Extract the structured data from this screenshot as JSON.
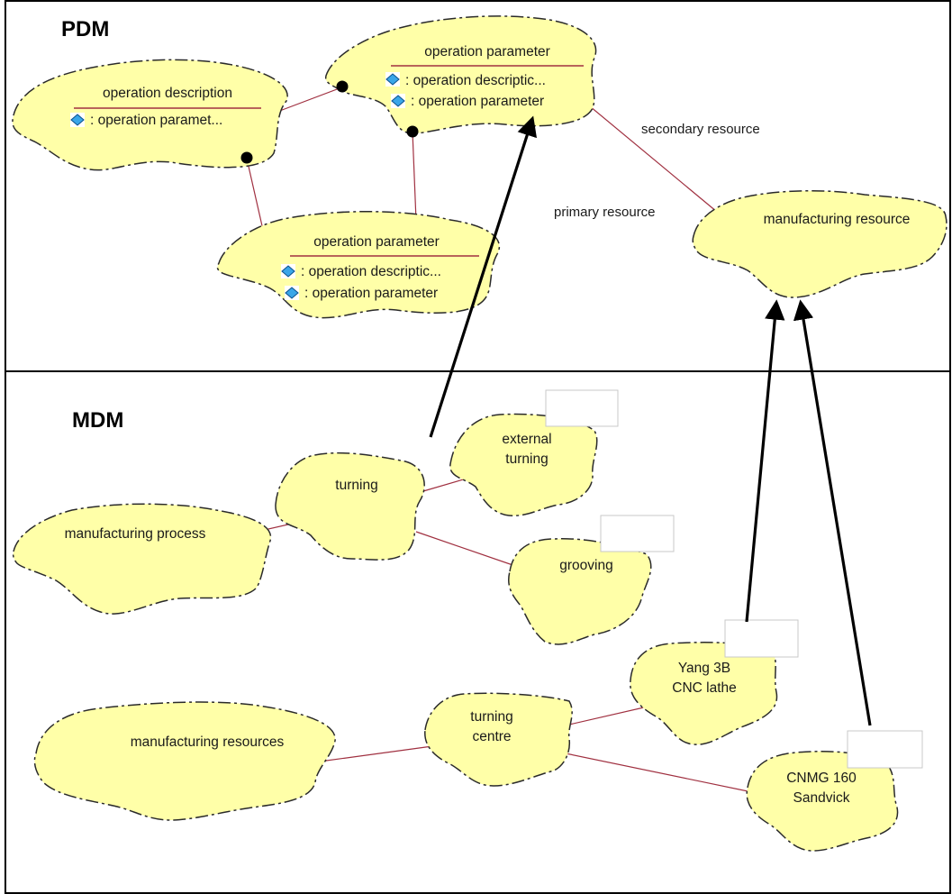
{
  "sections": {
    "pdm": "PDM",
    "mdm": "MDM"
  },
  "pdm": {
    "operation_description": {
      "title": "operation description",
      "attributes": [
        ": operation paramet..."
      ]
    },
    "operation_parameter_top": {
      "title": "operation parameter",
      "attributes": [
        ": operation descriptic...",
        ": operation parameter"
      ]
    },
    "operation_parameter_bottom": {
      "title": "operation parameter",
      "attributes": [
        ": operation descriptic...",
        ": operation parameter"
      ]
    },
    "manufacturing_resource": {
      "title": "manufacturing resource"
    },
    "role_labels": {
      "secondary": "secondary resource",
      "primary": "primary resource"
    }
  },
  "mdm": {
    "manufacturing_process": "manufacturing process",
    "turning": "turning",
    "external_turning": [
      "external",
      "turning"
    ],
    "grooving": "grooving",
    "manufacturing_resources": "manufacturing resources",
    "turning_centre": [
      "turning",
      "centre"
    ],
    "yang_lathe": [
      "Yang 3B",
      "CNC lathe"
    ],
    "cnmg_sandvick": [
      "CNMG 160",
      "Sandvick"
    ]
  },
  "colors": {
    "cloud_fill": "#ffffa8",
    "association_line": "#a03040",
    "mapping_arrow": "#000000",
    "attribute_icon": "#3aa6e8"
  },
  "icons": {
    "attribute": "blue-diamond-icon"
  }
}
